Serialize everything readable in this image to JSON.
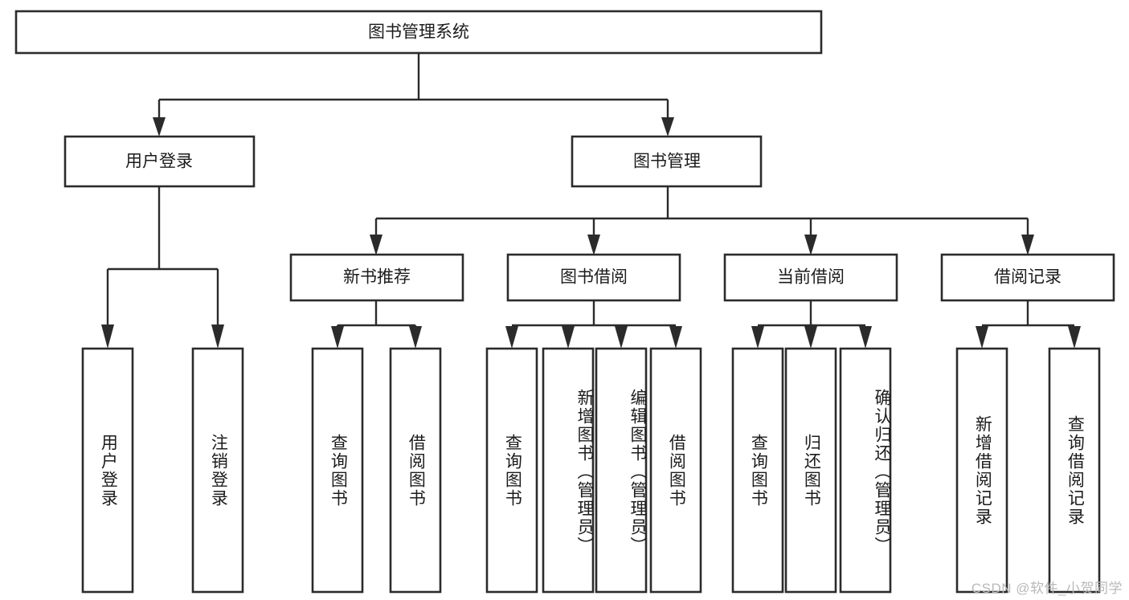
{
  "diagram": {
    "title": "图书管理系统",
    "watermark": "CSDN @软件_小贺同学",
    "colors": {
      "box_stroke": "#2b2b2b",
      "box_fill": "#ffffff",
      "connector": "#2b2b2b",
      "text": "#1c1c1c",
      "watermark": "#b9b9b9",
      "background": "#ffffff"
    },
    "levels": {
      "root": {
        "label": "图书管理系统"
      },
      "level2": [
        {
          "id": "user-login",
          "label": "用户登录"
        },
        {
          "id": "book-management",
          "label": "图书管理"
        }
      ],
      "level3": [
        {
          "id": "new-book-recommend",
          "label": "新书推荐",
          "parent": "book-management"
        },
        {
          "id": "book-borrow",
          "label": "图书借阅",
          "parent": "book-management"
        },
        {
          "id": "current-borrow",
          "label": "当前借阅",
          "parent": "book-management"
        },
        {
          "id": "borrow-record",
          "label": "借阅记录",
          "parent": "book-management"
        }
      ],
      "leaves": [
        {
          "id": "leaf-user-login",
          "label": "用户登录",
          "parent": "user-login"
        },
        {
          "id": "leaf-logout-login",
          "label": "注销登录",
          "parent": "user-login"
        },
        {
          "id": "leaf-query-book-1",
          "label": "查询图书",
          "parent": "new-book-recommend"
        },
        {
          "id": "leaf-borrow-book-1",
          "label": "借阅图书",
          "parent": "new-book-recommend"
        },
        {
          "id": "leaf-query-book-2",
          "label": "查询图书",
          "parent": "book-borrow"
        },
        {
          "id": "leaf-add-book",
          "label": "新增图书（管理员）",
          "parent": "book-borrow"
        },
        {
          "id": "leaf-edit-book",
          "label": "编辑图书（管理员）",
          "parent": "book-borrow"
        },
        {
          "id": "leaf-borrow-book-2",
          "label": "借阅图书",
          "parent": "book-borrow"
        },
        {
          "id": "leaf-query-book-3",
          "label": "查询图书",
          "parent": "current-borrow"
        },
        {
          "id": "leaf-return-book",
          "label": "归还图书",
          "parent": "current-borrow"
        },
        {
          "id": "leaf-confirm-return",
          "label": "确认归还（管理员）",
          "parent": "current-borrow"
        },
        {
          "id": "leaf-add-record",
          "label": "新增借阅记录",
          "parent": "borrow-record"
        },
        {
          "id": "leaf-query-record",
          "label": "查询借阅记录",
          "parent": "borrow-record"
        }
      ]
    }
  }
}
